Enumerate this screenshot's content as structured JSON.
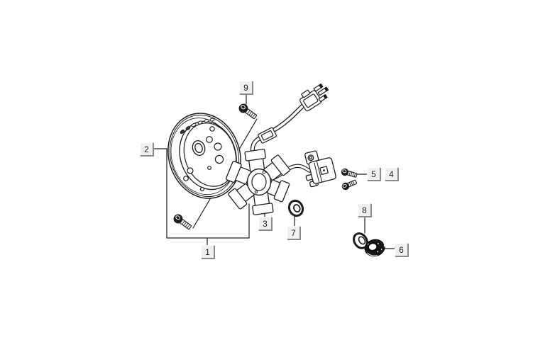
{
  "colors": {
    "paper": "#ffffff",
    "ink": "#1c1c1c",
    "label-face": "#f0f0f0",
    "label-shadow": "#8a8a8a",
    "label-highlight": "#ffffff"
  },
  "callouts": {
    "c1": "1",
    "c2": "2",
    "c3": "3",
    "c4": "4",
    "c5": "5",
    "c6": "6",
    "c7": "7",
    "c8": "8",
    "c9": "9"
  }
}
